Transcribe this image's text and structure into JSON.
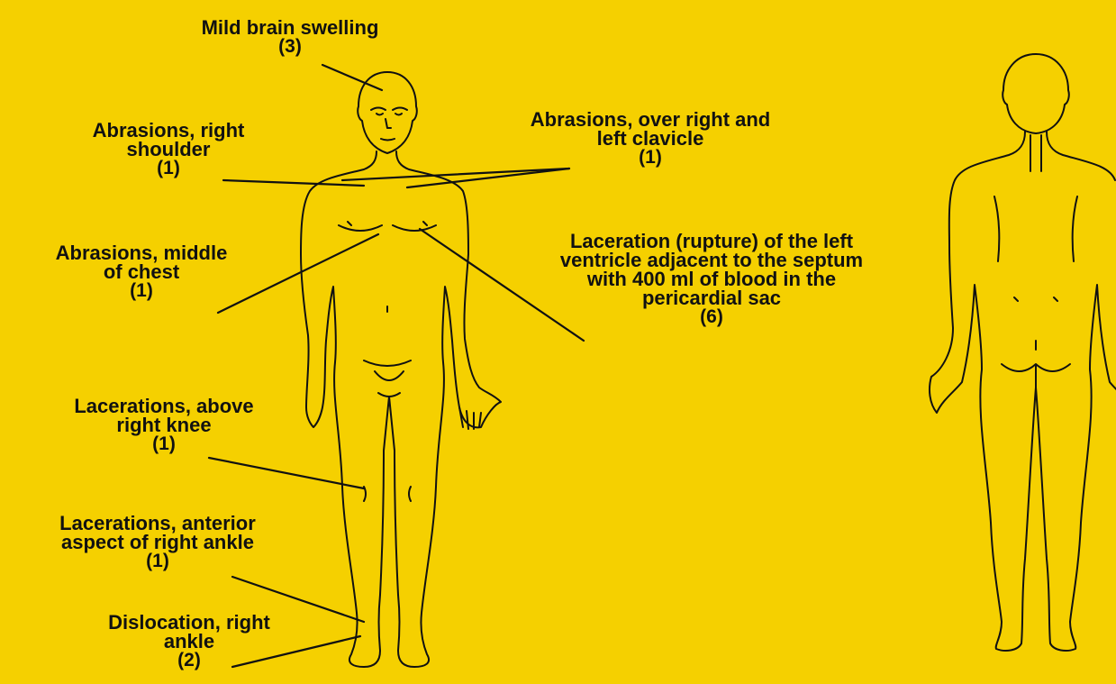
{
  "background_color": "#f5d000",
  "line_color": "#111111",
  "injuries": {
    "brain": {
      "lines": [
        "Mild brain swelling"
      ],
      "count": "(3)"
    },
    "shoulder": {
      "lines": [
        "Abrasions, right",
        "shoulder"
      ],
      "count": "(1)"
    },
    "clavicle": {
      "lines": [
        "Abrasions, over right and",
        "left clavicle"
      ],
      "count": "(1)"
    },
    "chest": {
      "lines": [
        "Abrasions, middle",
        "of chest"
      ],
      "count": "(1)"
    },
    "heart": {
      "lines": [
        "Laceration (rupture) of the left",
        "ventricle adjacent to the septum",
        "with 400 ml of blood in the",
        "pericardial sac"
      ],
      "count": "(6)"
    },
    "knee": {
      "lines": [
        "Lacerations, above",
        "right knee"
      ],
      "count": "(1)"
    },
    "ankle_lac": {
      "lines": [
        "Lacerations, anterior",
        "aspect of right ankle"
      ],
      "count": "(1)"
    },
    "ankle_dis": {
      "lines": [
        "Dislocation, right",
        "ankle"
      ],
      "count": "(2)"
    }
  }
}
